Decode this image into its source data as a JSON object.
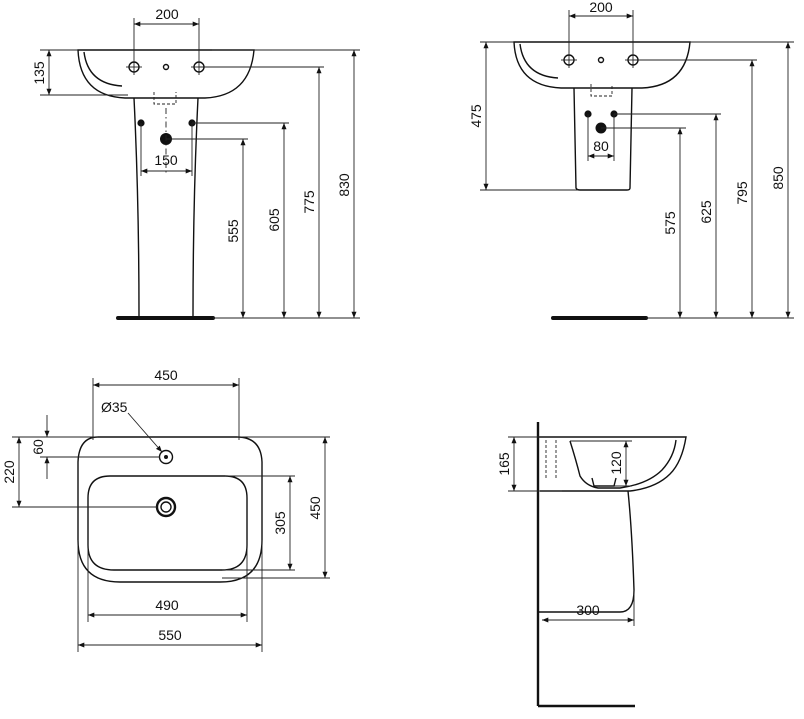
{
  "views": {
    "pedestal_front": {
      "dims": {
        "tap_spacing": "200",
        "basin_height": "135",
        "waste_spacing": "150",
        "waste_height": "555",
        "supply_height": "605",
        "tap_height": "775",
        "total_height": "830"
      }
    },
    "semi_pedestal_front": {
      "dims": {
        "tap_spacing": "200",
        "basin_depth": "475",
        "waste_spacing": "80",
        "waste_height": "575",
        "supply_height": "625",
        "tap_height": "795",
        "total_height": "850"
      }
    },
    "plan": {
      "dims": {
        "outer_width": "450",
        "hole_diameter": "Ø35",
        "hole_offset": "60",
        "waste_offset": "220",
        "bowl_depth": "305",
        "depth": "450",
        "bowl_width": "490",
        "total_width": "550"
      }
    },
    "side": {
      "dims": {
        "rim_height": "165",
        "bowl_height": "120",
        "projection": "300"
      }
    }
  },
  "arrows": {
    "color": "#111111"
  }
}
